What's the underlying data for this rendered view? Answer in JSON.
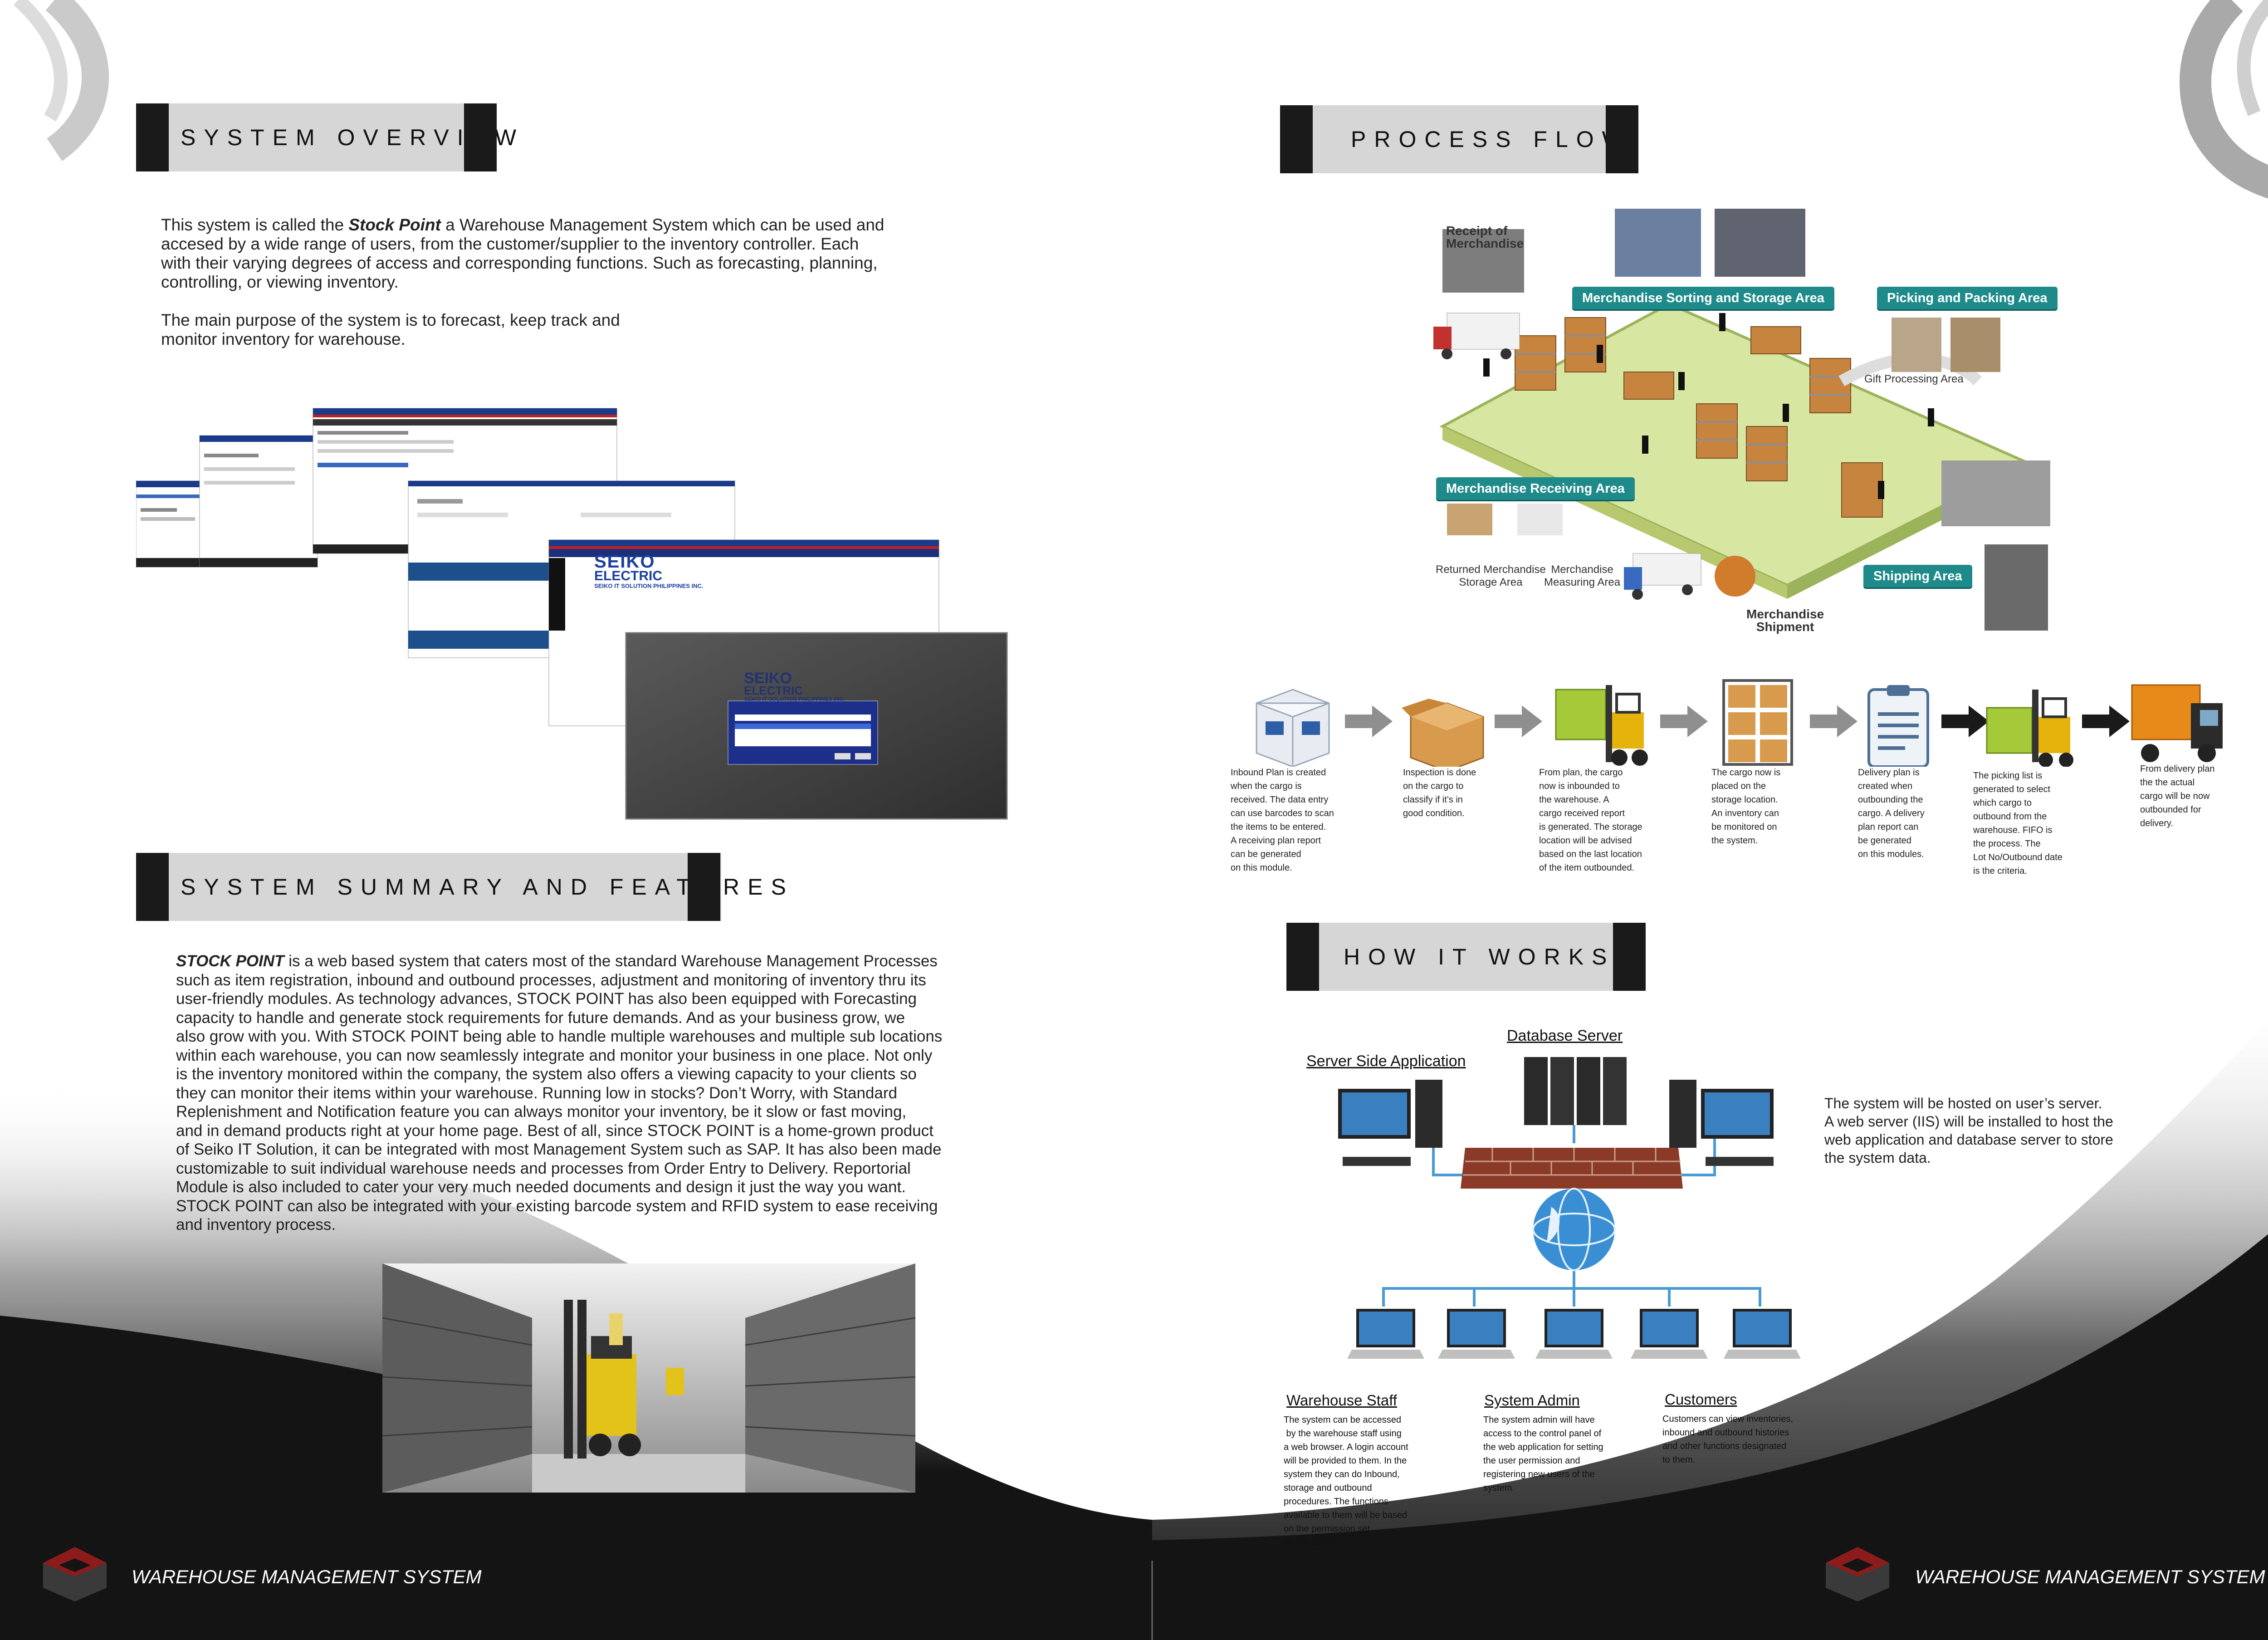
{
  "left_page": {
    "system_overview": {
      "heading": "SYSTEM OVERVIEW",
      "line_1_pre": "This system is called the ",
      "line_1_emph": "Stock Point",
      "line_1_post": " a Warehouse Management System which can be used and",
      "line_2": "accesed  by a wide range of users, from the customer/supplier to the inventory controller. Each",
      "line_3": "with their varying degrees of access and corresponding functions. Such as forecasting, planning,",
      "line_4": "controlling, or viewing inventory.",
      "purpose_1": "The main purpose of the system is to forecast, keep track and",
      "purpose_2": "monitor inventory for warehouse."
    },
    "screens": {
      "logo_line_1": "SEIKO",
      "logo_line_2": "ELECTRIC",
      "logo_line_3": "SEIKO IT SOLUTION PHILIPPINES INC."
    },
    "summary": {
      "heading": "SYSTEM SUMMARY AND FEATURES",
      "lines": [
        "is a web based system that caters most of the standard Warehouse Management Processes",
        "such as item registration, inbound and outbound processes, adjustment and monitoring of inventory thru its",
        "user-friendly modules. As technology advances, STOCK POINT has also been equipped with Forecasting",
        "capacity to handle and generate stock requirements for future demands. And as your business grow, we",
        "also grow with you. With STOCK POINT being able to handle multiple warehouses and multiple sub locations",
        "within each warehouse, you can now seamlessly integrate and monitor your business in one place. Not only",
        "is the inventory monitored within the company, the system also offers a viewing capacity to your clients so",
        "they can monitor their items within your warehouse. Running low in stocks? Don’t Worry, with Standard",
        "Replenishment and Notification feature you can always monitor your inventory, be it slow or fast moving,",
        "and in demand products right at your home page. Best of all, since STOCK POINT is a home-grown product",
        "of Seiko IT Solution, it can be integrated with most Management System such as SAP. It has also been made",
        "customizable to suit individual warehouse needs and processes from Order Entry to Delivery. Reportorial",
        "Module is also included to cater your very much needed documents and design it just the way you want.",
        "STOCK POINT can also be integrated with your existing barcode system and RFID system to ease receiving",
        "and inventory process."
      ],
      "lead": "STOCK POINT"
    },
    "footer": "WAREHOUSE MANAGEMENT SYSTEM"
  },
  "right_page": {
    "process_flow": {
      "heading": "PROCESS FLOW",
      "labels": {
        "receipt": "Receipt of\nMerchandise",
        "sorting": "Merchandise Sorting and Storage Area",
        "picking": "Picking and Packing Area",
        "gift": "Gift Processing Area",
        "receiving": "Merchandise Receiving Area",
        "returned": "Returned Merchandise\nStorage Area",
        "measuring": "Merchandise\nMeasuring Area",
        "shipment": "Merchandise\nShipment",
        "shipping": "Shipping Area"
      },
      "steps": [
        "Inbound Plan is created\nwhen the cargo is\nreceived. The data entry\ncan use barcodes to scan\nthe items to be entered.\nA receiving plan report\ncan be generated\non this module.",
        "Inspection is done\non the cargo to\nclassify if it’s in\ngood condition.",
        "From plan, the cargo\nnow is inbounded to\nthe warehouse. A\ncargo received report\nis generated. The storage\nlocation will be advised\nbased on the last location\nof the item outbounded.",
        "The cargo now is\nplaced on the\nstorage location.\nAn inventory can\nbe monitored on\nthe system.",
        "Delivery plan is\ncreated when\noutbounding the\ncargo. A delivery\nplan report can\nbe generated\non this modules.",
        "The picking list is\ngenerated to select\nwhich cargo to\noutbound from the\nwarehouse. FIFO is\nthe process. The\nLot No/Outbound date\nis the criteria.",
        "From delivery plan\nthe the actual\ncargo will be now\noutbounded for\ndelivery."
      ]
    },
    "how_it_works": {
      "heading": "HOW IT WORKS?",
      "database_server": "Database Server",
      "server_side_app": "Server Side Application",
      "hosting_1": "The system will be hosted on user’s server.",
      "hosting_2": "A web server (IIS) will be installed to host the",
      "hosting_3": "web application and database server to store",
      "hosting_4": "the system data.",
      "roles": [
        {
          "title": "Warehouse Staff",
          "text": "The system can be accessed\n by the warehouse staff using\na web browser. A login account\nwill be provided to them. In the\nsystem they can do Inbound,\nstorage and outbound\nprocedures. The functions\navailable to them will be based\non the permission set\nby the admin."
        },
        {
          "title": "System Admin",
          "text": "The system admin will have\naccess to the control panel of\nthe web application for setting\nthe user permission and\nregistering new users of the\nsystem."
        },
        {
          "title": "Customers",
          "text": "Customers can view inventories,\ninbound and outbound histories\nand other functions designated\nto them."
        }
      ]
    },
    "footer": "WAREHOUSE MANAGEMENT SYSTEM"
  },
  "colors": {
    "header_bar": "#d6d6d6",
    "header_block": "#1a1a1a",
    "banner_teal": "#1f8a8a",
    "footer_black": "#141414",
    "logo_red": "#8e1b1b"
  }
}
